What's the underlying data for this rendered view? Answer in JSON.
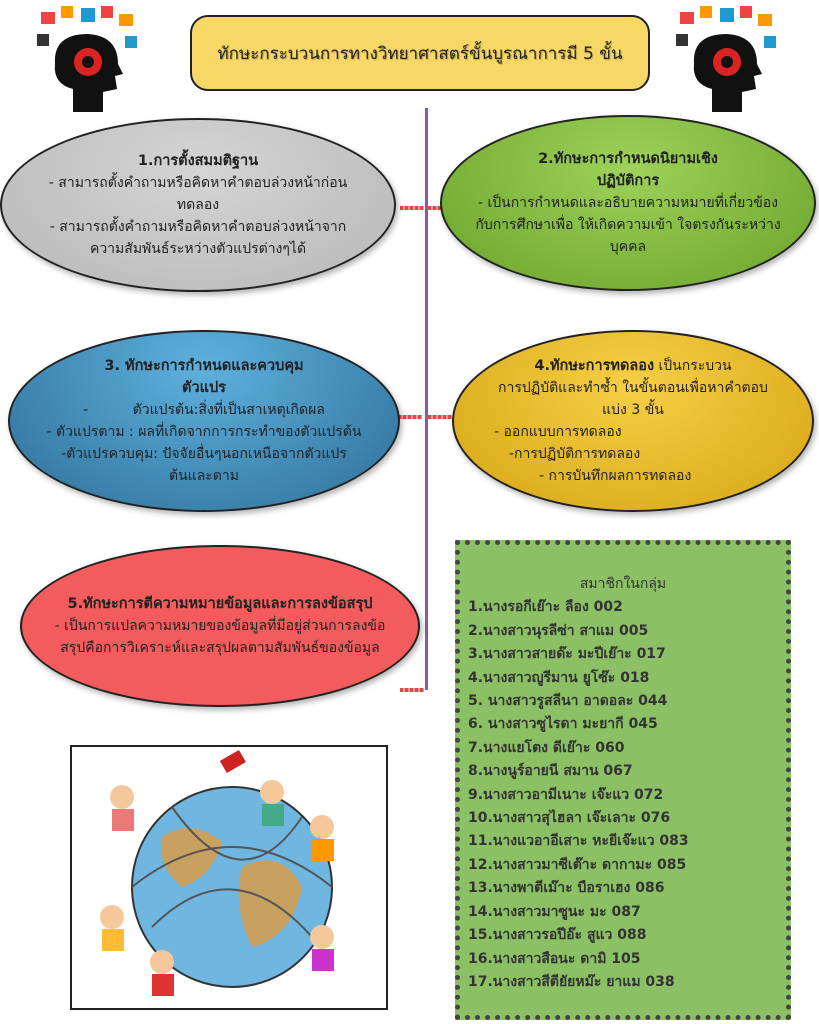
{
  "title": "ทักษะกระบวนการทางวิทยาศาสตร์ขั้นบูรณาการมี 5 ขั้น",
  "skills": [
    {
      "heading": "1.การตั้งสมมติฐาน",
      "lines": [
        "- สามารถตั้งคำถามหรือคิดหาคำตอบล่วงหน้าก่อน",
        "ทดลอง",
        "- สามารถตั้งคำถามหรือคิดหาคำตอบล่วงหน้าจาก",
        "ความสัมพันธ์ระหว่างตัวแปรต่างๆได้"
      ]
    },
    {
      "heading": "2.ทักษะการกำหนดนิยามเชิง",
      "heading2": "ปฏิบัติการ",
      "lines": [
        "- เป็นการกำหนดและอธิบายความหมายที่เกี่ยวข้อง",
        "กับการศึกษาเพื่อ ให้เกิดความเข้า ใจตรงกันระหว่าง",
        "บุคคล"
      ]
    },
    {
      "heading": "3. ทักษะการกำหนดและควบคุม",
      "heading2": "ตัวแปร",
      "lines": [
        "-          ตัวแปรต้น:สิ่งที่เป็นสาเหตุเกิดผล",
        "-  ตัวแปรตาม : ผลที่เกิดจากการกระทำของตัวแปรต้น",
        "-ตัวแปรควบคุม: ปัจจัยอื่นๆนอกเหนือจากตัวแปร",
        "ต้นและตาม"
      ]
    },
    {
      "heading": "4.ทักษะการทดลอง",
      "heading_rest": " เป็นกระบวน",
      "lines": [
        "การปฏิบัติและทำซ้ำ ในขั้นตอนเพื่อหาคำตอบ",
        "แบ่ง 3 ขั้น",
        "- ออกแบบการทดลอง",
        "-การปฏิบัติการทดลอง",
        "- การบันทึกผลการทดลอง"
      ]
    },
    {
      "heading": "5.ทักษะการตีความหมายข้อมูลและการลงข้อสรุป",
      "lines": [
        "- เป็นการแปลความหมายของข้อมูลที่มีอยู่ส่วนการลงข้อ",
        "สรุปคือการวิเคราะห์และสรุปผลตามสัมพันธ์ของข้อมูล"
      ]
    }
  ],
  "members": {
    "heading": "สมาชิกในกลุ่ม",
    "list": [
      "1.นางรอกีเย๊าะ  ลือง  002",
      "2.นางสาวนุรลีซ่า  สาแม  005",
      "3.นางสาวสายด๊ะ  มะปีเย๊าะ  017",
      "4.นางสาวญูรีมาน  ยูโซ๊ะ  018",
      "5. นางสาวรูสลีนา  อาดอละ  044",
      "6. นางสาวซูไรดา  มะยากี  045",
      "7.นางแยโตง  ดีเย๊าะ  060",
      "8.นางนูร์อายนี  สมาน  067",
      "9.นางสาวอามีเนาะ  เจ๊ะแว  072",
      "10.นางสาวสุไฮลา  เจ๊ะเลาะ  076",
      "11.นางแวอาอีเสาะ  หะยีเจ๊ะแว  083",
      "12.นางสาวมาซีเต๊าะ  ดากามะ  085",
      "13.นางพาตีเม๊าะ  บือราเฮง  086",
      "14.นางสาวมาซูนะ  มะ  087",
      "15.นางสาวรอปีอ๊ะ  สูแว  088",
      "16.นางสาวสือนะ  ดามิ  105",
      "17.นางสาวสีตียัยหม๊ะ ยาแม 038"
    ]
  },
  "colors": {
    "title_bg": "#f7d766",
    "gray": "#c4c4c4",
    "green": "#86bd44",
    "blue": "#3f8dbd",
    "gold": "#e8bb2a",
    "red": "#f25c5c",
    "members_bg": "#8cc064",
    "line": "#8a5aa8"
  }
}
